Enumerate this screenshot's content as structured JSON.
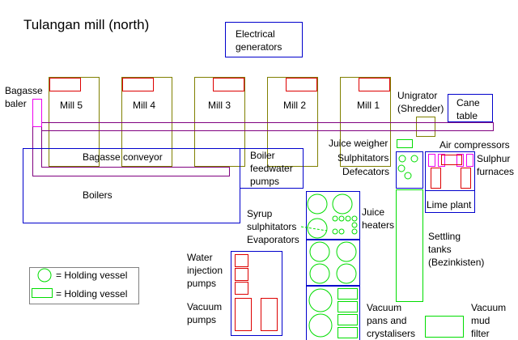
{
  "title": "Tulangan mill (north)",
  "colors": {
    "building": "#0000cc",
    "mill": "#808000",
    "conveyor": "#800080",
    "vessel": "#00dd00",
    "equipment": "#dd0000",
    "furnace": "#ee00ee",
    "legend_border": "#808080"
  },
  "labels": {
    "electrical_generators": "Electrical\ngenerators",
    "bagasse_baler": "Bagasse\nbaler",
    "mills": [
      "Mill 5",
      "Mill 4",
      "Mill 3",
      "Mill 2",
      "Mill 1"
    ],
    "unigrator": "Unigrator\n(Shredder)",
    "cane_table": "Cane\ntable",
    "bagasse_conveyor": "Bagasse conveyor",
    "boilers": "Boilers",
    "boiler_feedwater_pumps": "Boiler\nfeedwater\npumps",
    "juice_weigher": "Juice weigher",
    "sulphitators": "Sulphitators",
    "defecators": "Defecators",
    "air_compressors": "Air compressors",
    "sulphur_furnaces": "Sulphur\nfurnaces",
    "lime_plant": "Lime plant",
    "juice_heaters": "Juice\nheaters",
    "syrup_sulphitators": "Syrup\nsulphitators",
    "evaporators": "Evaporators",
    "settling_tanks": "Settling\ntanks\n(Bezinkisten)",
    "water_injection_pumps": "Water\ninjection\npumps",
    "vacuum_pumps": "Vacuum\npumps",
    "vacuum_pans": "Vacuum\npans and\ncrystalisers",
    "vacuum_mud_filter": "Vacuum\nmud\nfilter"
  },
  "legend": [
    {
      "symbol": "circle",
      "label": "= Holding vessel"
    },
    {
      "symbol": "rectangle",
      "label": "= Holding vessel"
    }
  ]
}
